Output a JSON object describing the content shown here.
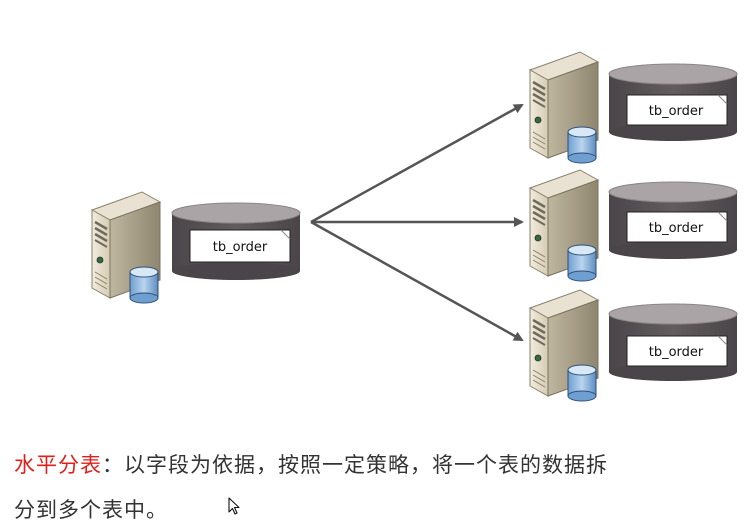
{
  "diagram": {
    "source": {
      "table_label": "tb_order"
    },
    "targets": [
      {
        "table_label": "tb_order"
      },
      {
        "table_label": "tb_order"
      },
      {
        "table_label": "tb_order"
      }
    ]
  },
  "caption": {
    "highlight": "水平分表",
    "line1_rest": "：以字段为依据，按照一定策略，将一个表的数据拆",
    "line2": "分到多个表中。"
  },
  "colors": {
    "highlight": "#e0201b",
    "text": "#333333",
    "arrow": "#555555",
    "cylinder_body": "#5b5659",
    "cylinder_top": "#a9a3a5",
    "server_front": "#e8dfcc",
    "db_icon": "#8fb6de"
  },
  "icons": {
    "server": "server-icon",
    "database": "database-icon",
    "cursor": "mouse-cursor-icon"
  }
}
